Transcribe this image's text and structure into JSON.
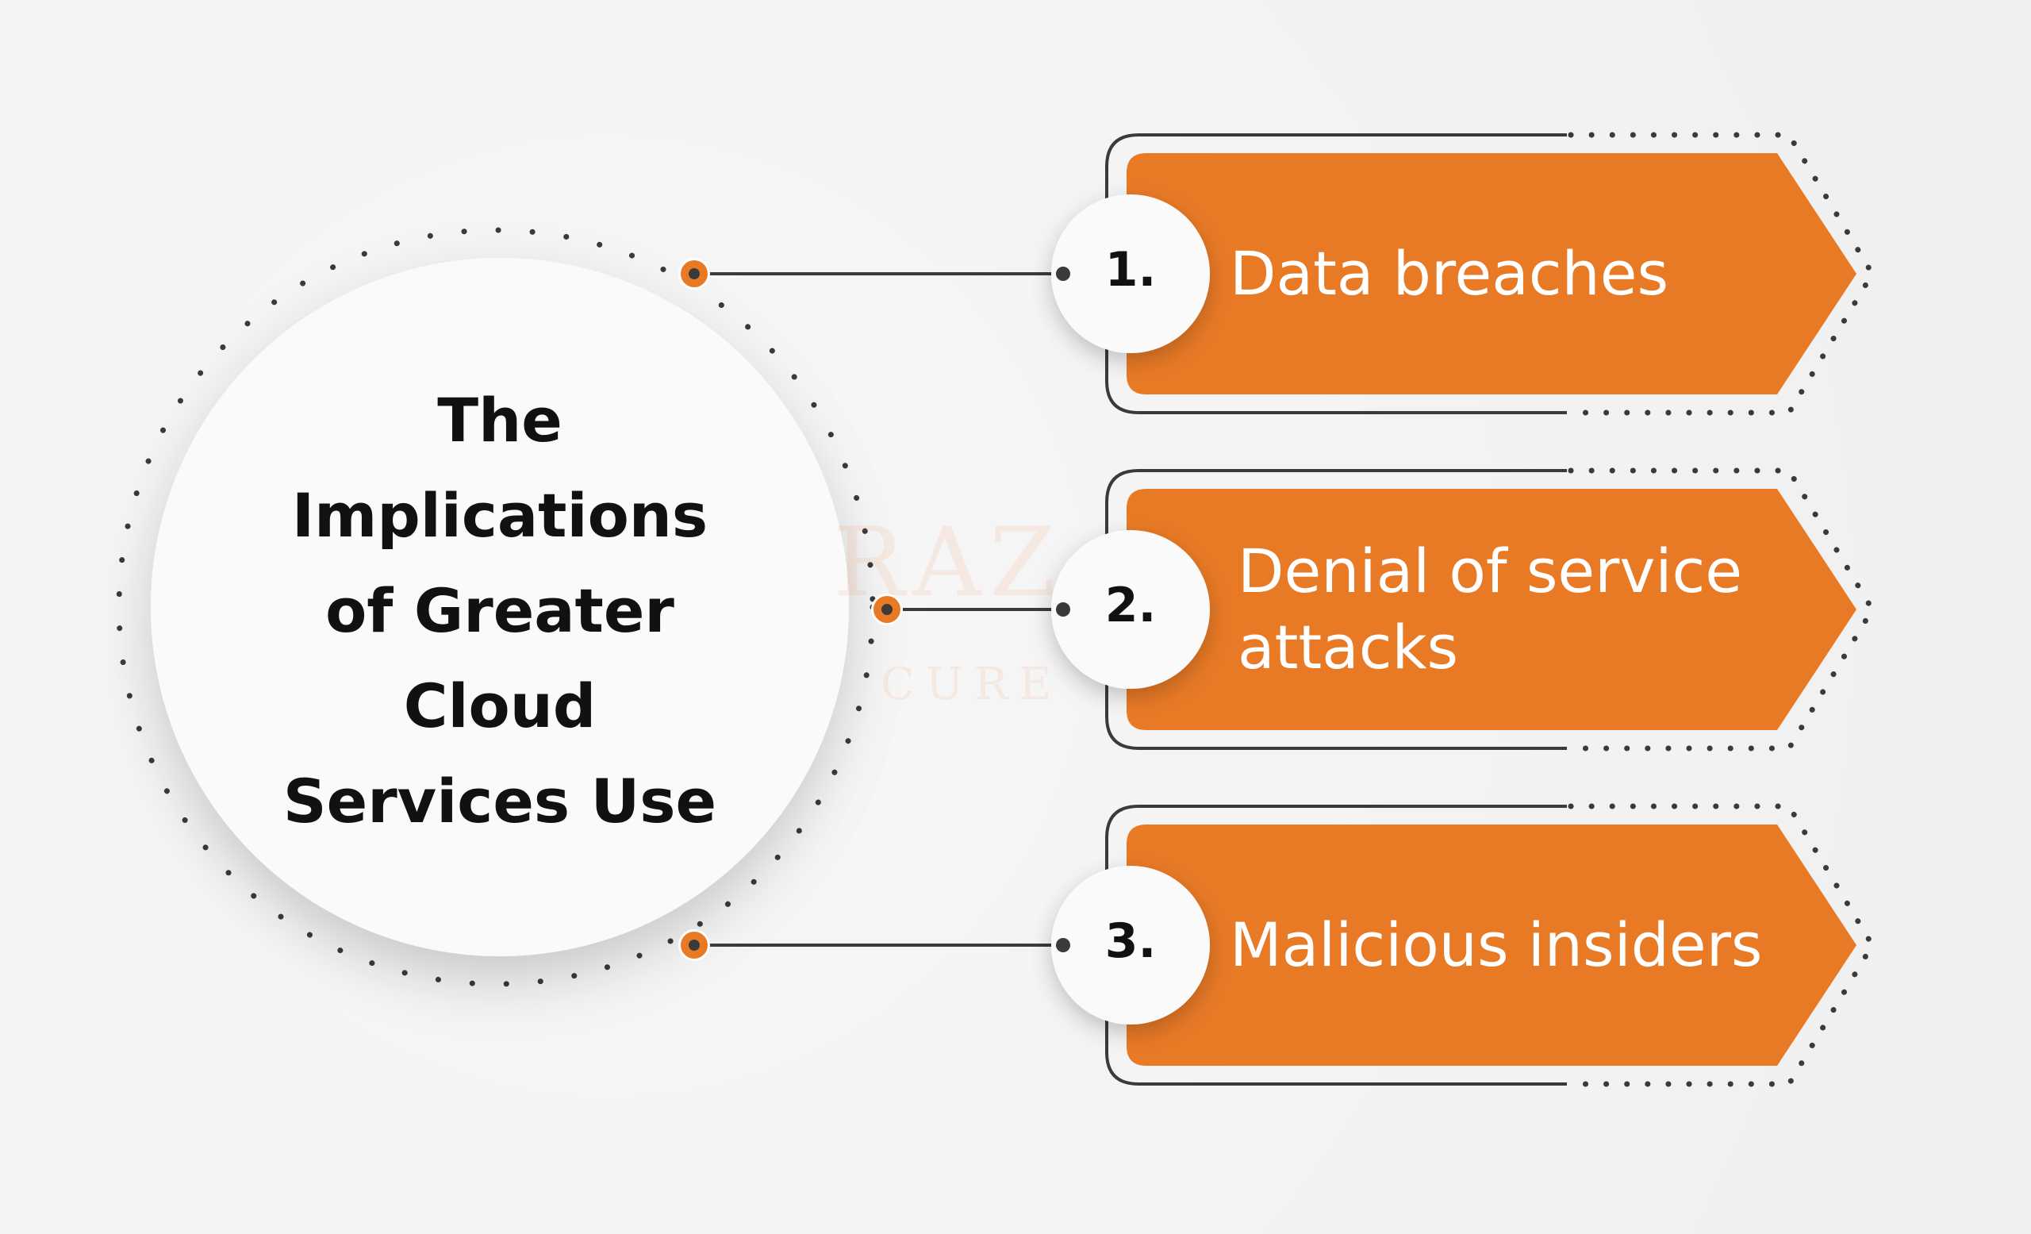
{
  "title": "The Implications of Greater Cloud Services Use",
  "title_lines": [
    "The",
    "Implications",
    "of Greater",
    "Cloud",
    "Services Use"
  ],
  "items": [
    {
      "number": "1.",
      "lines": [
        "Data breaches"
      ]
    },
    {
      "number": "2.",
      "lines": [
        "Denial of service",
        "attacks"
      ]
    },
    {
      "number": "3.",
      "lines": [
        "Malicious insiders"
      ]
    }
  ],
  "colors": {
    "accent": "#e87a26",
    "connector": "#3a3a3a",
    "background": "#f4f4f4",
    "circle": "#fafafa"
  },
  "watermark": {
    "text": "RAZ",
    "sub": "CURE"
  }
}
